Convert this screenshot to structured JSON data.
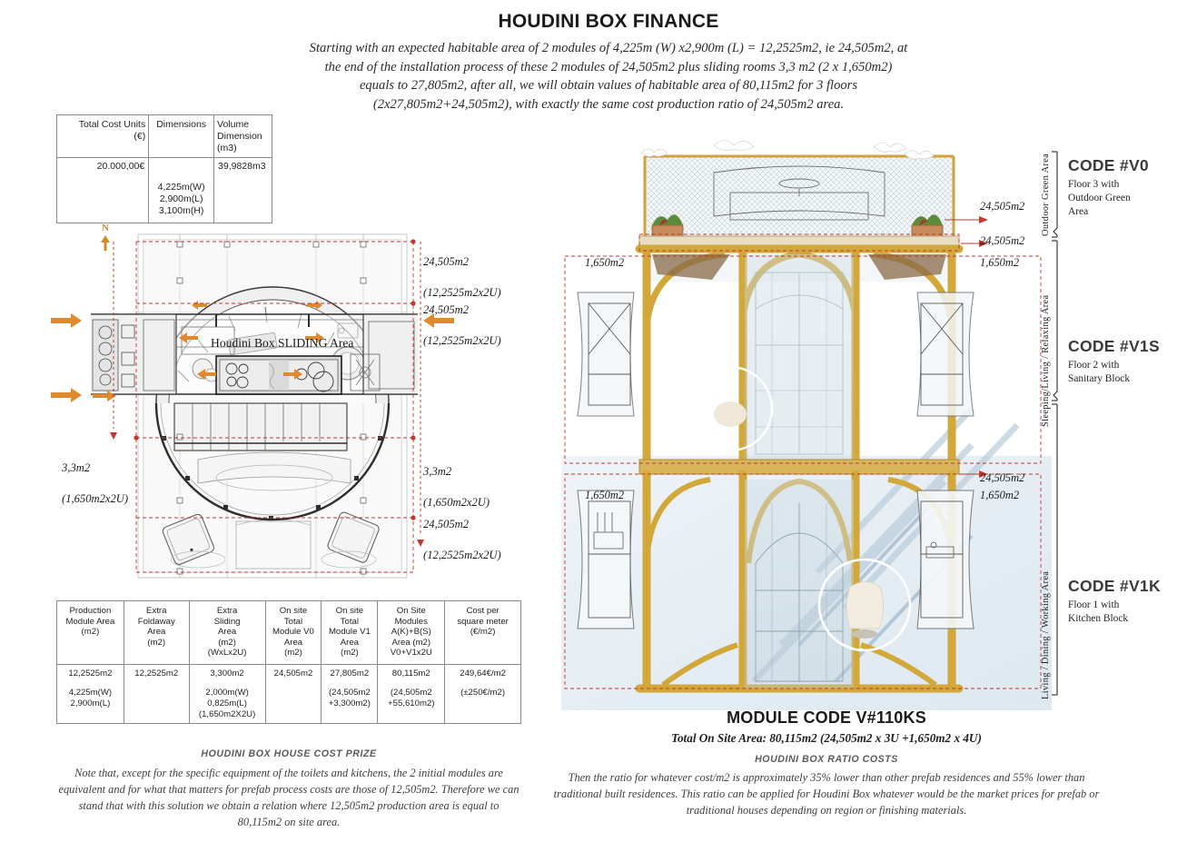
{
  "document": {
    "title": "HOUDINI BOX FINANCE",
    "intro": "Starting with an expected habitable area of 2 modules of 4,225m (W) x2,900m (L) = 12,2525m2, ie 24,505m2, at the end of the installation process of these 2 modules of 24,505m2 plus sliding rooms 3,3 m2 (2 x 1,650m2) equals to 27,805m2, after all, we will obtain values of habitable area of 80,115m2 for 3 floors (2x27,805m2+24,505m2),  with exactly the same cost  production ratio of 24,505m2 area."
  },
  "cost_table": {
    "headers": [
      "Total Cost Units\n(€)",
      "Dimensions",
      "Volume\nDimension\n(m3)"
    ],
    "row": {
      "total_cost": "20.000,00€",
      "dimensions": "4,225m(W)\n2,900m(L)\n3,100m(H)",
      "volume": "39,9828m3"
    }
  },
  "module_table": {
    "headers": [
      "Production\nModule Area\n(m2)",
      "Extra\nFoldaway\nArea\n(m2)",
      "Extra\nSliding\nArea\n(m2)\n(WxLx2U)",
      "On site\nTotal\nModule V0\nArea\n(m2)",
      "On site\nTotal\nModule V1\nArea\n(m2)",
      "On Site\nModules\nA(K)+B(S)\nArea (m2)\nV0+V1x2U",
      "Cost per\nsquare meter\n(€/m2)"
    ],
    "values": [
      "12,2525m2",
      "12,2525m2",
      "3,300m2",
      "24,505m2",
      "27,805m2",
      "80,115m2",
      "249,64€/m2"
    ],
    "subvalues": [
      "4,225m(W)\n2,900m(L)",
      "",
      "2,000m(W)\n0,825m(L)\n(1,650m2X2U)",
      "",
      "(24,505m2\n+3,300m2)",
      "(24,505m2\n+55,610m2)",
      "(±250€/m2)"
    ]
  },
  "left_plan": {
    "compass_label": "N",
    "sliding_area_label": "Houdini Box  SLIDING Area",
    "callouts": [
      {
        "id": "top-1",
        "main": "24,505m2",
        "sub": "(12,2525m2x2U)"
      },
      {
        "id": "top-2",
        "main": "24,505m2",
        "sub": "(12,2525m2x2U)"
      },
      {
        "id": "left-slide",
        "main": "3,3m2",
        "sub": "(1,650m2x2U)"
      },
      {
        "id": "right-slide",
        "main": "3,3m2",
        "sub": "(1,650m2x2U)"
      },
      {
        "id": "bottom-1",
        "main": "24,505m2",
        "sub": "(12,2525m2x2U)"
      }
    ]
  },
  "right_render": {
    "area_tags": [
      {
        "id": "v0-right",
        "text": "24,505m2"
      },
      {
        "id": "v1s-right",
        "text": "24,505m2"
      },
      {
        "id": "v1s-slide-l",
        "text": "1,650m2"
      },
      {
        "id": "v1s-slide-r",
        "text": "1,650m2"
      },
      {
        "id": "v1k-right",
        "text": "24,505m2"
      },
      {
        "id": "v1k-slide-l",
        "text": "1,650m2"
      },
      {
        "id": "v1k-slide-r",
        "text": "1,650m2"
      }
    ],
    "bracket_labels": [
      "Outdoor Green Area",
      "Sleeping/Living / Relaxing Area",
      "Living / Dining / Working Area"
    ],
    "codes": [
      {
        "code": "CODE #V0",
        "desc": "Floor 3 with\nOutdoor Green\nArea"
      },
      {
        "code": "CODE #V1S",
        "desc": "Floor 2 with\nSanitary Block"
      },
      {
        "code": "CODE #V1K",
        "desc": "Floor 1 with\nKitchen Block"
      }
    ],
    "module_code_title": "MODULE CODE V#110KS",
    "module_code_sub": "Total On Site  Area: 80,115m2 (24,505m2 x 3U +1,650m2 x 4U)"
  },
  "captions": {
    "left_head": "HOUDINI BOX HOUSE COST PRIZE",
    "left_body": "Note that, except for the specific equipment  of the toilets and kitchens, the 2 initial modules are equivalent and for what that matters for prefab process  costs are those of 12,505m2. Therefore  we can stand that with this solution  we obtain a relation where 12,505m2 production area  is equal to 80,115m2 on site area.",
    "right_head": "HOUDINI BOX RATIO COSTS",
    "right_body": "Then the ratio for whatever cost/m2 is approximately 35% lower than other prefab residences  and 55% lower than traditional built residences.  This ratio can be applied for Houdini Box whatever would be the market prices for prefab or traditional houses  depending on region  or finishing materials."
  },
  "colors": {
    "accent_red": "#c0392b",
    "orange": "#e08a30",
    "frame_yellow": "#d4ad3a",
    "glass_blue": "#c9d7de",
    "sky_blue": "#d9e6ee"
  }
}
